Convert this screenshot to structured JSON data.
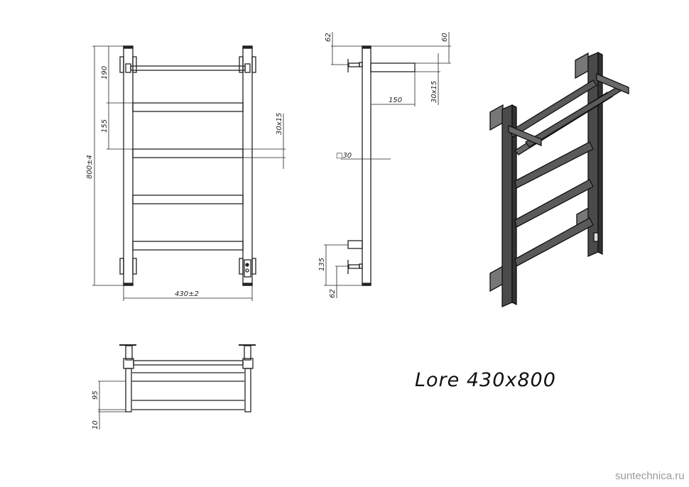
{
  "title": "Lore 430x800",
  "watermark": "suntechnica.ru",
  "front_view": {
    "height_dim": "800±4",
    "width_dim": "430±2",
    "top_gap": "190",
    "bar_pitch": "155",
    "bar_section": "30x15"
  },
  "side_view": {
    "top_offset_left": "62",
    "top_offset_right": "60",
    "shelf_depth": "150",
    "shelf_section": "30x15",
    "post_section": "□30",
    "bottom_135": "135",
    "bottom_62": "62"
  },
  "top_view": {
    "dim_95": "95",
    "dim_10": "10"
  }
}
